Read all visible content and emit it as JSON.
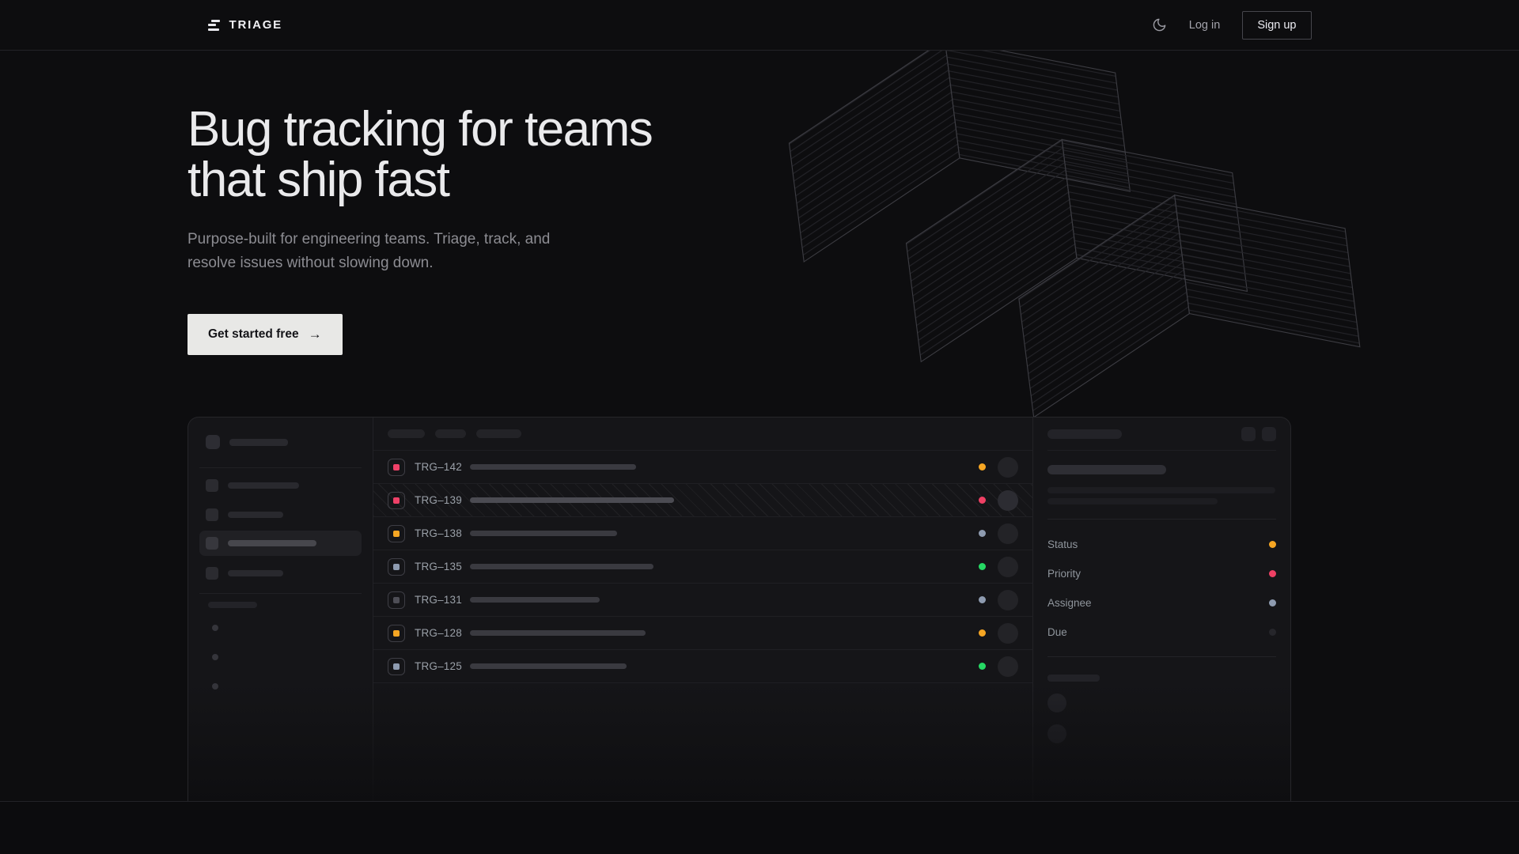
{
  "nav": {
    "brand": "TRIAGE",
    "login_label": "Log in",
    "signup_label": "Sign up"
  },
  "hero": {
    "heading": "Bug tracking for teams\nthat ship fast",
    "subtitle": "Purpose-built for engineering teams. Triage, track, and\nresolve issues without slowing down.",
    "cta_label": "Get started free",
    "cta_arrow": "→"
  },
  "mockup": {
    "issues": [
      {
        "id": "TRG–142",
        "priority_color": "#ef4168",
        "status_color": "#f6a623",
        "selected": false
      },
      {
        "id": "TRG–139",
        "priority_color": "#ef4168",
        "status_color": "#ef4064",
        "selected": true
      },
      {
        "id": "TRG–138",
        "priority_color": "#f6a623",
        "status_color": "#8e9bb0",
        "selected": false
      },
      {
        "id": "TRG–135",
        "priority_color": "#8e9bb0",
        "status_color": "#26d964",
        "selected": false
      },
      {
        "id": "TRG–131",
        "priority_color": "#4e4e56",
        "status_color": "#8e9bb0",
        "selected": false
      },
      {
        "id": "TRG–128",
        "priority_color": "#f6a623",
        "status_color": "#f6a623",
        "selected": false
      },
      {
        "id": "TRG–125",
        "priority_color": "#8e9bb0",
        "status_color": "#26d964",
        "selected": false
      }
    ],
    "detail": {
      "fields": [
        {
          "label": "Status",
          "color": "#f6a623"
        },
        {
          "label": "Priority",
          "color": "#ef4064"
        },
        {
          "label": "Assignee",
          "color": "#8e9bb0"
        },
        {
          "label": "Due",
          "color": "#26262b"
        }
      ]
    }
  }
}
